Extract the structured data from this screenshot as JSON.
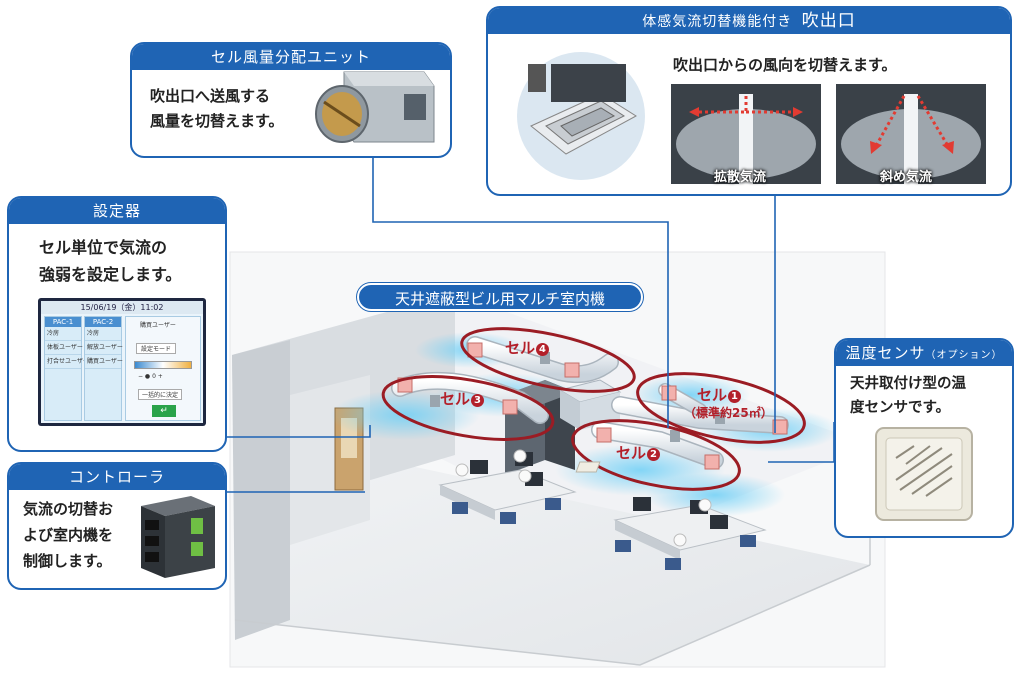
{
  "callouts": {
    "cell_unit": {
      "title": "セル風量分配ユニット",
      "lines": [
        "吹出口へ送風する",
        "風量を切替えます。"
      ]
    },
    "outlet": {
      "title_main": "体感気流切替機能付き",
      "title_suffix": "吹出口",
      "desc": "吹出口からの風向を切替えます。",
      "caption_diffuse": "拡散気流",
      "caption_oblique": "斜め気流"
    },
    "setter": {
      "title": "設定器",
      "lines": [
        "セル単位で気流の",
        "強弱を設定します。"
      ]
    },
    "controller": {
      "title": "コントローラ",
      "lines": [
        "気流の切替お",
        "よび室内機を",
        "制御します。"
      ]
    },
    "sensor": {
      "title": "温度センサ",
      "title_note": "（オプション）",
      "lines": [
        "天井取付け型の温",
        "度センサです。"
      ]
    }
  },
  "indoor_unit_label": "天井遮蔽型ビル用マルチ室内機",
  "cells": {
    "cell1": {
      "prefix": "セル",
      "num": "1",
      "sub": "（標準約25㎡）"
    },
    "cell2": {
      "prefix": "セル",
      "num": "2"
    },
    "cell3": {
      "prefix": "セル",
      "num": "3"
    },
    "cell4": {
      "prefix": "セル",
      "num": "4"
    }
  },
  "panel": {
    "header": "15/06/19（金）11:02",
    "col1_head": "PAC-1",
    "col2_head": "PAC-2",
    "mode_badge": "冷房",
    "col1_lines": [
      "体板ユーザー",
      "打合せユーザー"
    ],
    "col2_lines": [
      "解放ユーザー",
      "購買ユーザー"
    ],
    "right_title": "購買ユーザー",
    "right_mode": "設定モード",
    "right_scale": "−  ●  0  +",
    "right_button": "一括的に決定",
    "ok_symbol": "↵"
  },
  "colors": {
    "accent_blue": "#1f64b4",
    "cell_red": "#b3202a",
    "airflow_cyan": "#7fd4f5",
    "duct": "#e8eef3"
  }
}
